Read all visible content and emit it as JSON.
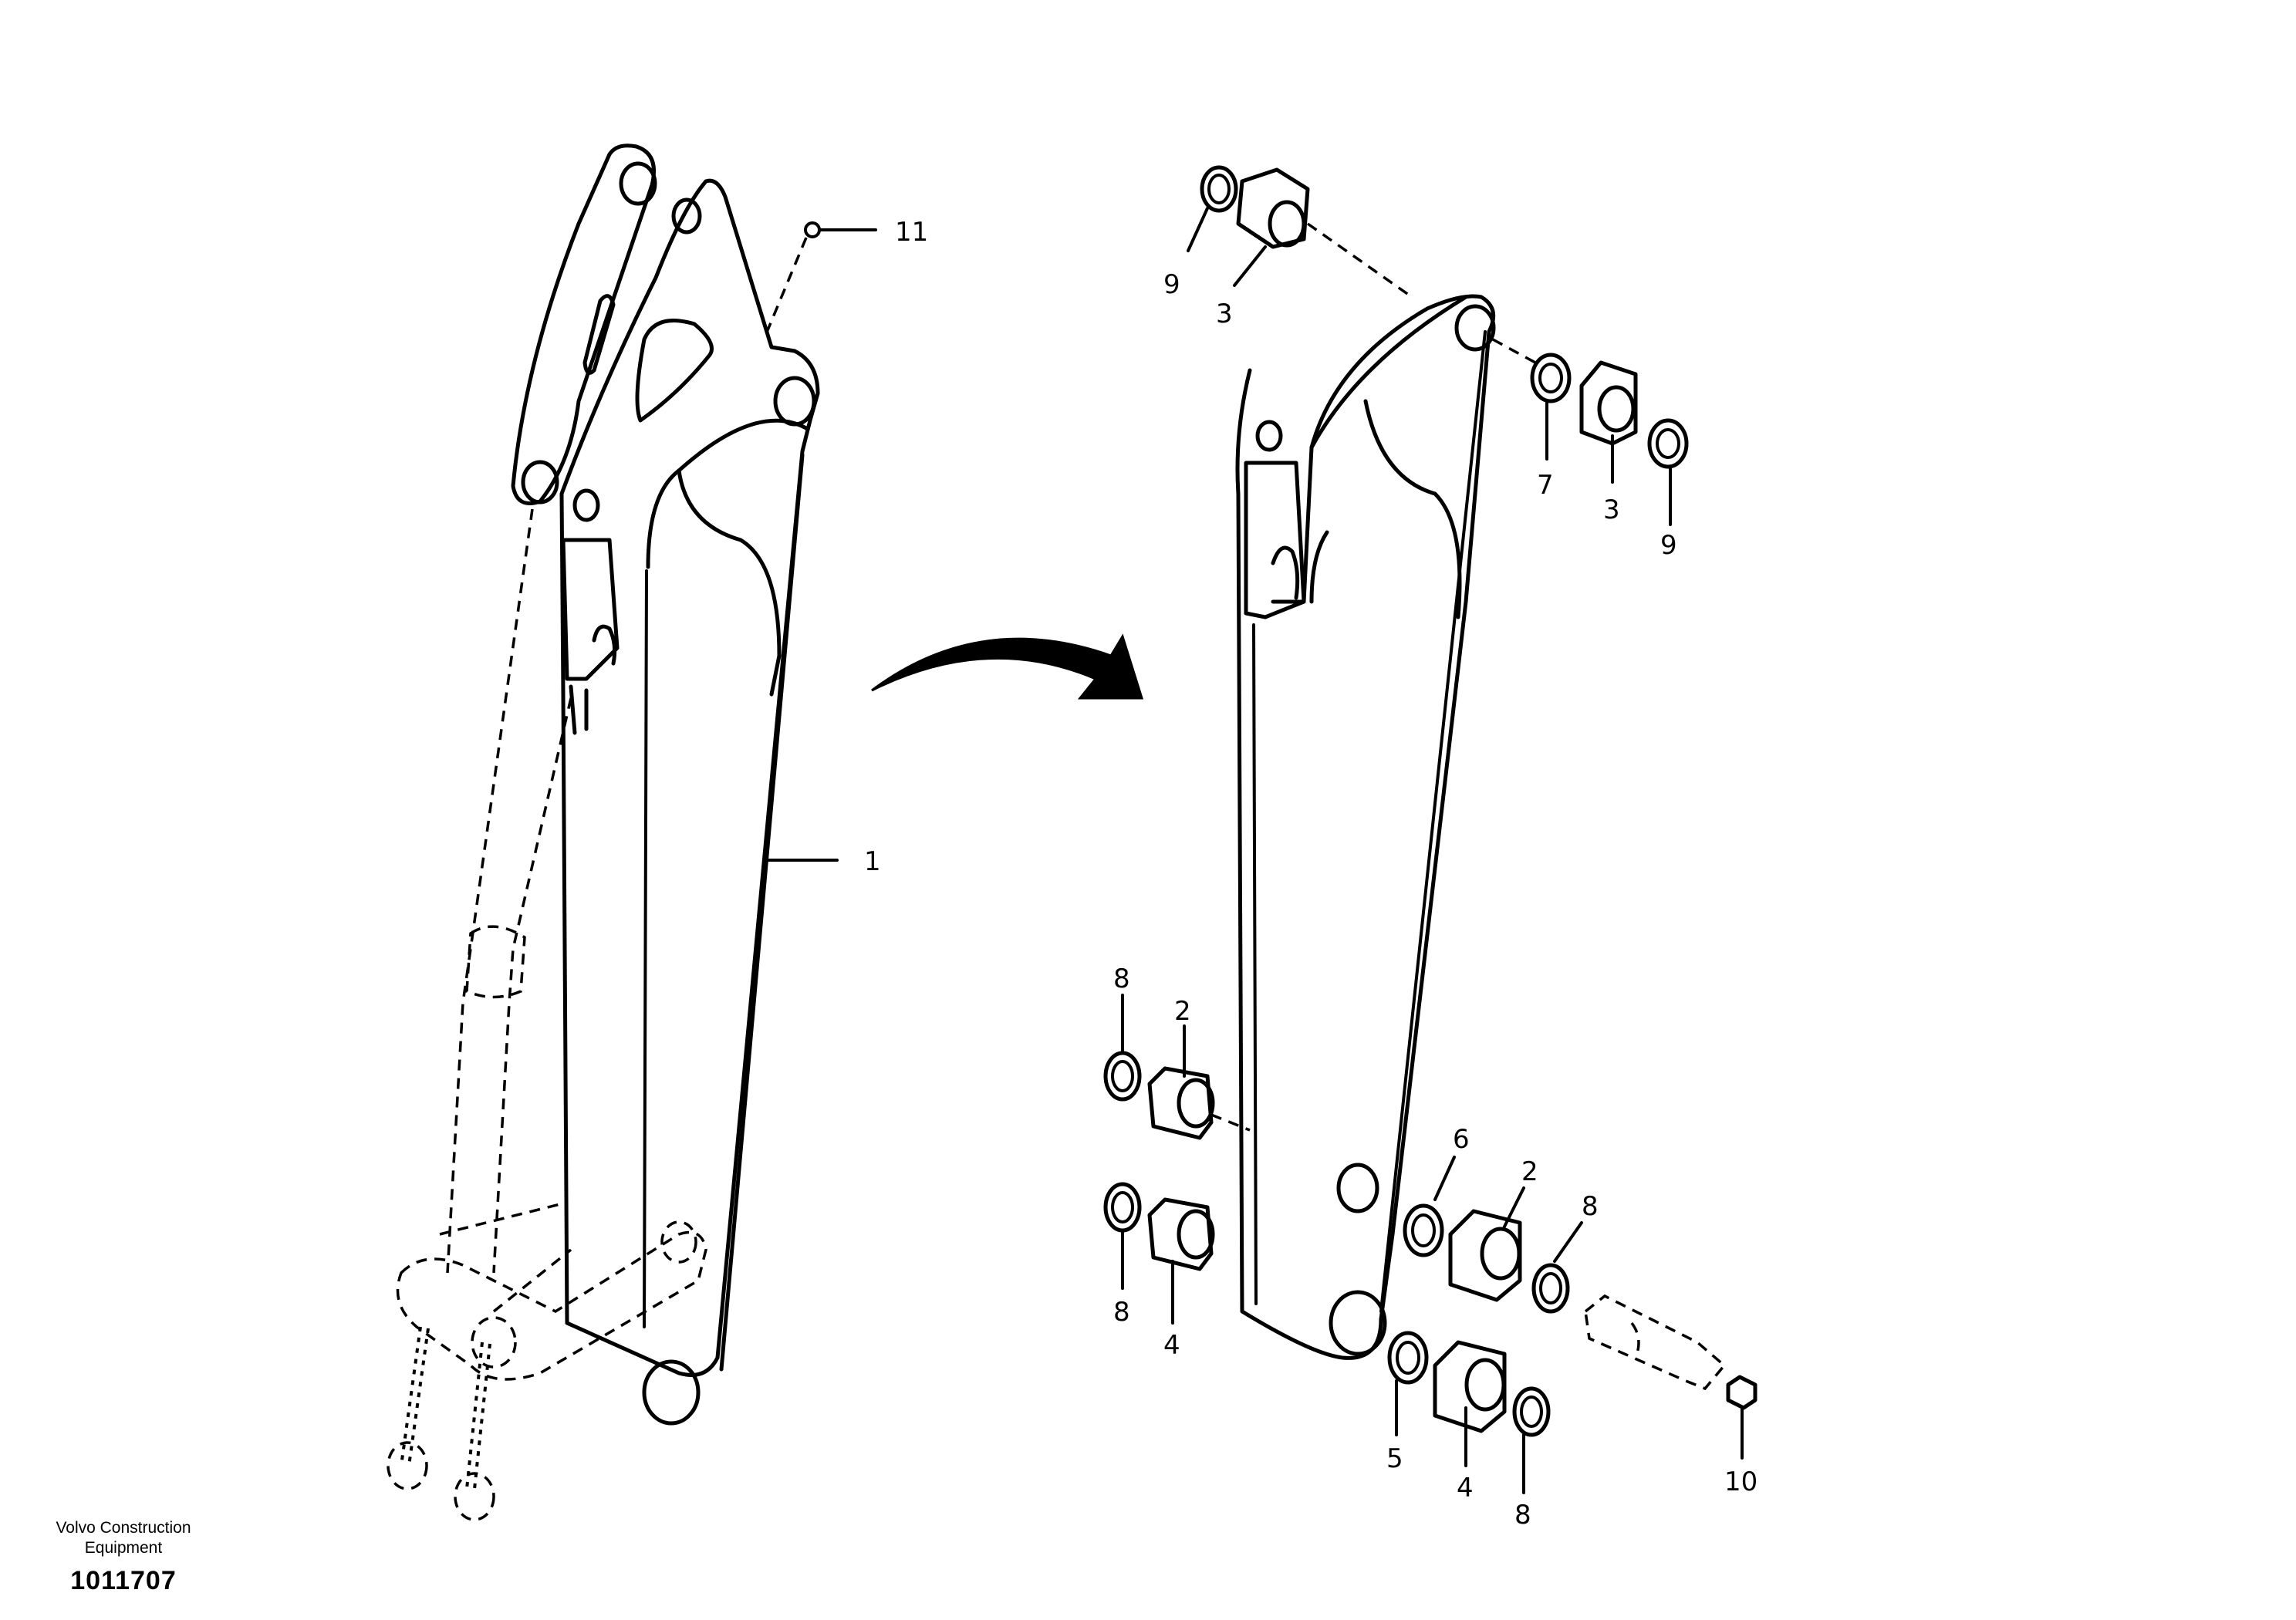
{
  "callouts": {
    "c1": "1",
    "c2a": "2",
    "c2b": "2",
    "c3a": "3",
    "c3b": "3",
    "c4a": "4",
    "c4b": "4",
    "c5": "5",
    "c6": "6",
    "c7": "7",
    "c8a": "8",
    "c8b": "8",
    "c8c": "8",
    "c8d": "8",
    "c9a": "9",
    "c9b": "9",
    "c10": "10",
    "c11": "11"
  },
  "footer": {
    "brand": "Volvo Construction Equipment",
    "code": "1011707"
  }
}
